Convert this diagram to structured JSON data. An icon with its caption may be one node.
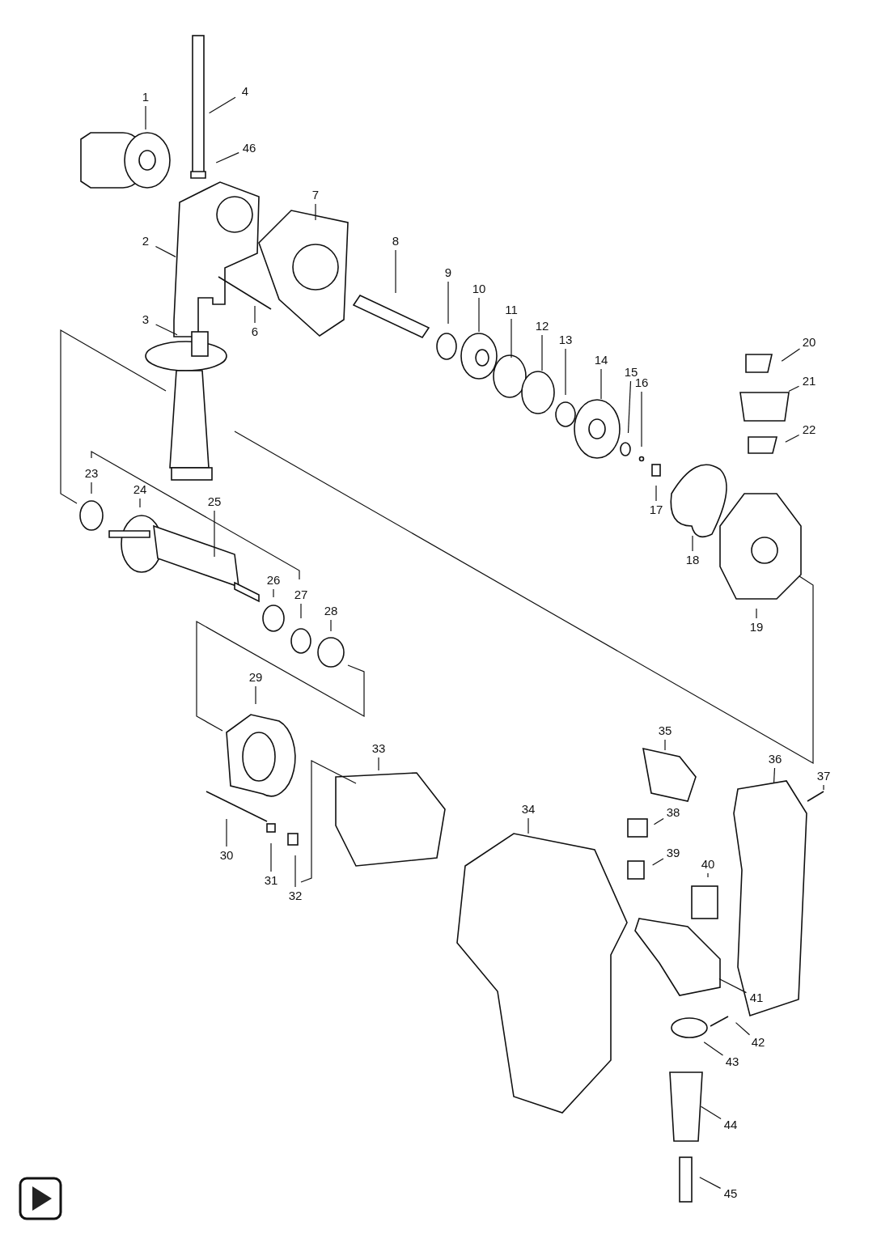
{
  "diagram": {
    "nodes": [
      {
        "text": [
          "1"
        ]
      },
      {
        "text": [
          "4"
        ]
      },
      {
        "text": [
          "46"
        ]
      },
      {
        "text": [
          "2"
        ]
      },
      {
        "text": [
          "7"
        ]
      },
      {
        "text": [
          "8"
        ]
      },
      {
        "text": [
          "6"
        ]
      },
      {
        "text": [
          "9"
        ]
      },
      {
        "text": [
          "10"
        ]
      },
      {
        "text": [
          "3"
        ]
      },
      {
        "text": [
          "11"
        ]
      },
      {
        "text": [
          "12"
        ]
      },
      {
        "text": [
          "13"
        ]
      },
      {
        "text": [
          "14"
        ]
      },
      {
        "text": [
          "20"
        ]
      },
      {
        "text": [
          "15"
        ]
      },
      {
        "text": [
          "16"
        ]
      },
      {
        "text": [
          "21"
        ]
      },
      {
        "text": [
          "22"
        ]
      },
      {
        "text": [
          "23"
        ]
      },
      {
        "text": [
          "24"
        ]
      },
      {
        "text": [
          "25"
        ]
      },
      {
        "text": [
          "17"
        ]
      },
      {
        "text": [
          "18"
        ]
      },
      {
        "text": [
          "26"
        ]
      },
      {
        "text": [
          "27"
        ]
      },
      {
        "text": [
          "28"
        ]
      },
      {
        "text": [
          "19"
        ]
      },
      {
        "text": [
          "29"
        ]
      },
      {
        "text": [
          "35"
        ]
      },
      {
        "text": [
          "33"
        ]
      },
      {
        "text": [
          "36"
        ]
      },
      {
        "text": [
          "37"
        ]
      },
      {
        "text": [
          "34"
        ]
      },
      {
        "text": [
          "38"
        ]
      },
      {
        "text": [
          "30"
        ]
      },
      {
        "text": [
          "39"
        ]
      },
      {
        "text": [
          "40"
        ]
      },
      {
        "text": [
          "31"
        ]
      },
      {
        "text": [
          "32"
        ]
      },
      {
        "text": [
          "41"
        ]
      },
      {
        "text": [
          "42"
        ]
      },
      {
        "text": [
          "43"
        ]
      },
      {
        "text": [
          "44"
        ]
      },
      {
        "text": [
          "45"
        ]
      }
    ],
    "edges": [
      {
        "from": 0,
        "to": null,
        "arrow": "none"
      },
      {
        "from": 1,
        "to": null,
        "arrow": "none"
      },
      {
        "from": 2,
        "to": null,
        "arrow": "none"
      },
      {
        "from": 3,
        "to": null,
        "arrow": "none"
      },
      {
        "from": 4,
        "to": null,
        "arrow": "none"
      },
      {
        "from": 5,
        "to": null,
        "arrow": "none"
      },
      {
        "from": 6,
        "to": null,
        "arrow": "none"
      },
      {
        "from": 7,
        "to": null,
        "arrow": "none"
      },
      {
        "from": 8,
        "to": null,
        "arrow": "none"
      },
      {
        "from": 9,
        "to": null,
        "arrow": "none"
      },
      {
        "from": 10,
        "to": null,
        "arrow": "none"
      },
      {
        "from": 11,
        "to": null,
        "arrow": "none"
      },
      {
        "from": 12,
        "to": null,
        "arrow": "none"
      },
      {
        "from": 13,
        "to": null,
        "arrow": "none"
      },
      {
        "from": 14,
        "to": null,
        "arrow": "none"
      },
      {
        "from": 15,
        "to": null,
        "arrow": "none"
      },
      {
        "from": 16,
        "to": null,
        "arrow": "none"
      },
      {
        "from": 17,
        "to": null,
        "arrow": "none"
      },
      {
        "from": 18,
        "to": null,
        "arrow": "none"
      },
      {
        "from": 19,
        "to": null,
        "arrow": "none"
      },
      {
        "from": 20,
        "to": null,
        "arrow": "none"
      },
      {
        "from": 21,
        "to": null,
        "arrow": "none"
      },
      {
        "from": 22,
        "to": null,
        "arrow": "none"
      },
      {
        "from": 23,
        "to": null,
        "arrow": "none"
      },
      {
        "from": 24,
        "to": null,
        "arrow": "none"
      },
      {
        "from": 25,
        "to": null,
        "arrow": "none"
      },
      {
        "from": 26,
        "to": null,
        "arrow": "none"
      },
      {
        "from": 27,
        "to": null,
        "arrow": "none"
      },
      {
        "from": 28,
        "to": null,
        "arrow": "none"
      },
      {
        "from": 29,
        "to": null,
        "arrow": "none"
      },
      {
        "from": 30,
        "to": null,
        "arrow": "none"
      },
      {
        "from": 31,
        "to": null,
        "arrow": "none"
      },
      {
        "from": 32,
        "to": null,
        "arrow": "none"
      },
      {
        "from": 33,
        "to": null,
        "arrow": "none"
      },
      {
        "from": 34,
        "to": null,
        "arrow": "none"
      },
      {
        "from": 35,
        "to": null,
        "arrow": "none"
      },
      {
        "from": 36,
        "to": null,
        "arrow": "none"
      },
      {
        "from": 37,
        "to": null,
        "arrow": "none"
      },
      {
        "from": 38,
        "to": null,
        "arrow": "none"
      },
      {
        "from": 39,
        "to": null,
        "arrow": "none"
      },
      {
        "from": 40,
        "to": null,
        "arrow": "none"
      },
      {
        "from": 41,
        "to": null,
        "arrow": "none"
      },
      {
        "from": 42,
        "to": null,
        "arrow": "none"
      },
      {
        "from": 43,
        "to": null,
        "arrow": "none"
      },
      {
        "from": 44,
        "to": null,
        "arrow": "none"
      }
    ]
  }
}
